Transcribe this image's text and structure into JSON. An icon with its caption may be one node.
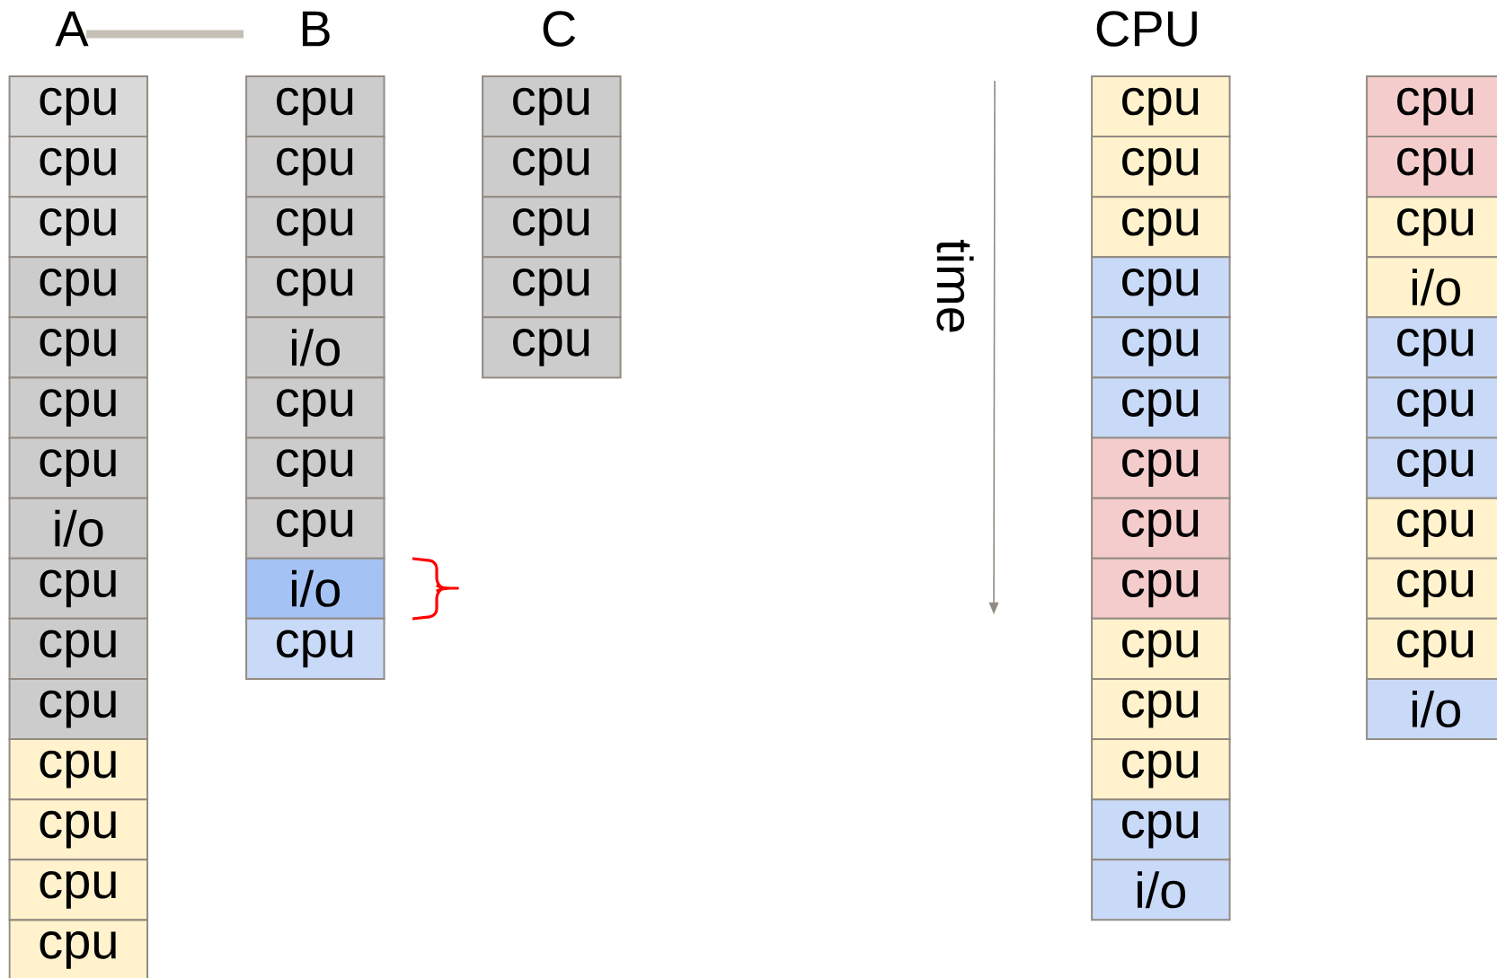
{
  "diagram": {
    "nodes": [
      {
        "text": [
          "cpu"
        ]
      },
      {
        "text": [
          "cpu"
        ]
      },
      {
        "text": [
          "cpu"
        ]
      },
      {
        "text": [
          "cpu"
        ]
      },
      {
        "text": [
          "cpu"
        ]
      },
      {
        "text": [
          "cpu"
        ]
      },
      {
        "text": [
          "cpu"
        ]
      },
      {
        "text": [
          "i/o"
        ]
      },
      {
        "text": [
          "cpu"
        ]
      },
      {
        "text": [
          "cpu"
        ]
      },
      {
        "text": [
          "cpu"
        ]
      },
      {
        "text": [
          "cpu"
        ]
      },
      {
        "text": [
          "cpu"
        ]
      },
      {
        "text": [
          "cpu"
        ]
      },
      {
        "text": [
          "cpu"
        ]
      },
      {
        "text": [
          "cpu"
        ]
      },
      {
        "text": [
          "cpu"
        ]
      },
      {
        "text": [
          "cpu"
        ]
      },
      {
        "text": [
          "cpu"
        ]
      },
      {
        "text": [
          "i/o"
        ]
      },
      {
        "text": [
          "cpu"
        ]
      },
      {
        "text": [
          "cpu"
        ]
      },
      {
        "text": [
          "cpu"
        ]
      },
      {
        "text": [
          "i/o"
        ]
      },
      {
        "text": [
          "cpu"
        ]
      },
      {
        "text": [
          "cpu"
        ]
      },
      {
        "text": [
          "cpu"
        ]
      },
      {
        "text": [
          "cpu"
        ]
      },
      {
        "text": [
          "cpu"
        ]
      },
      {
        "text": [
          "cpu"
        ]
      },
      {
        "text": [
          "cpu"
        ]
      },
      {
        "text": [
          "cpu"
        ]
      },
      {
        "text": [
          "cpu"
        ]
      },
      {
        "text": [
          "cpu"
        ]
      },
      {
        "text": [
          "cpu"
        ]
      },
      {
        "text": [
          "cpu"
        ]
      },
      {
        "text": [
          "cpu"
        ]
      },
      {
        "text": [
          "cpu"
        ]
      },
      {
        "text": [
          "cpu"
        ]
      },
      {
        "text": [
          "cpu"
        ]
      },
      {
        "text": [
          "cpu"
        ]
      },
      {
        "text": [
          "cpu"
        ]
      },
      {
        "text": [
          "cpu"
        ]
      },
      {
        "text": [
          "i/o"
        ]
      },
      {
        "text": [
          "cpu"
        ]
      },
      {
        "text": [
          "cpu"
        ]
      },
      {
        "text": [
          "cpu"
        ]
      },
      {
        "text": [
          "i/o"
        ]
      },
      {
        "text": [
          "cpu"
        ]
      },
      {
        "text": [
          "cpu"
        ]
      },
      {
        "text": [
          "cpu"
        ]
      },
      {
        "text": [
          "cpu"
        ]
      },
      {
        "text": [
          "cpu"
        ]
      },
      {
        "text": [
          "cpu"
        ]
      },
      {
        "text": [
          "i/o"
        ]
      }
    ],
    "labels": [
      "A",
      "B",
      "C",
      "CPU",
      "time"
    ]
  }
}
